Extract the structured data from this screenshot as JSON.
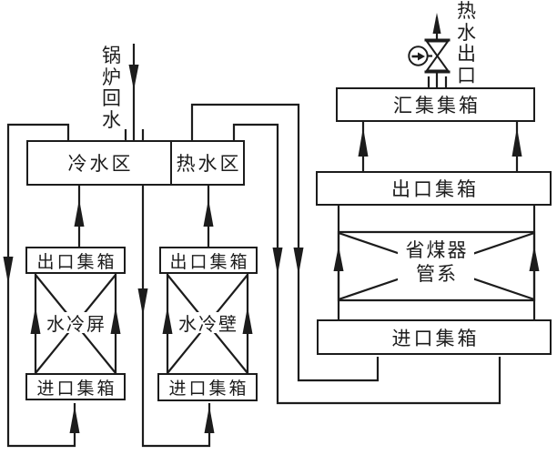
{
  "diagram": {
    "colors": {
      "line": "#1c1c1c",
      "background": "#ffffff"
    },
    "labels": {
      "boiler_return_water": "锅炉回水",
      "hot_water_outlet": "热水出口",
      "cold_water_zone": "冷水区",
      "hot_water_zone": "热水区",
      "screen_outlet_header": "出口集箱",
      "water_cooled_screen": "水冷屏",
      "screen_inlet_header": "进口集箱",
      "wall_outlet_header": "出口集箱",
      "water_cooled_wall": "水冷壁",
      "wall_inlet_header": "进口集箱",
      "collecting_header": "汇集集箱",
      "economizer_outlet_header": "出口集箱",
      "economizer_name_line1": "省煤器",
      "economizer_name_line2": "管系",
      "economizer_inlet_header": "进口集箱"
    }
  }
}
